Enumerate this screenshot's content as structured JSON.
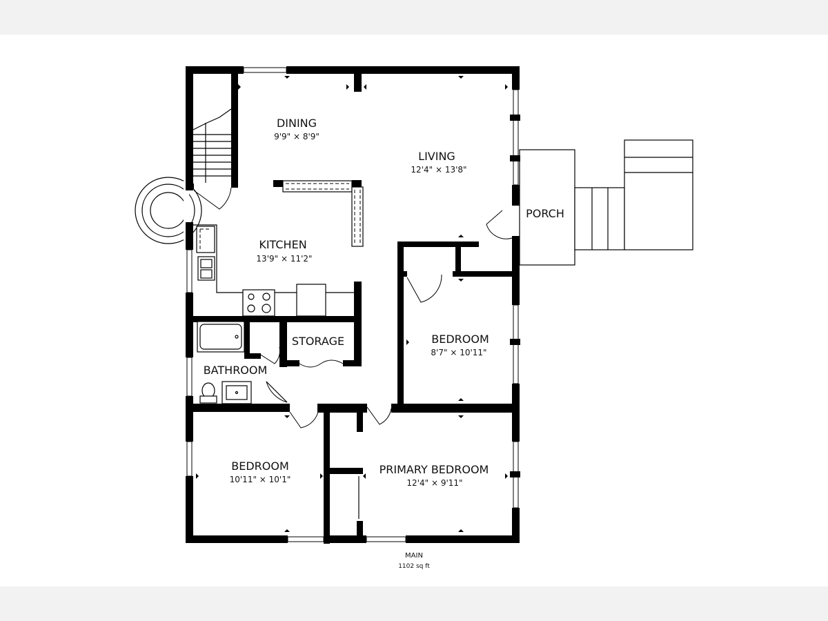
{
  "rooms": {
    "dining": {
      "name": "DINING",
      "dims": "9'9\" × 8'9\""
    },
    "living": {
      "name": "LIVING",
      "dims": "12'4\" × 13'8\""
    },
    "porch": {
      "name": "PORCH"
    },
    "kitchen": {
      "name": "KITCHEN",
      "dims": "13'9\" × 11'2\""
    },
    "storage": {
      "name": "STORAGE"
    },
    "bathroom": {
      "name": "BATHROOM"
    },
    "bedroom_east": {
      "name": "BEDROOM",
      "dims": "8'7\" × 10'11\""
    },
    "bedroom_west": {
      "name": "BEDROOM",
      "dims": "10'11\" × 10'1\""
    },
    "primary_bedroom": {
      "name": "PRIMARY BEDROOM",
      "dims": "12'4\" × 9'11\""
    }
  },
  "floor": {
    "name": "MAIN",
    "area": "1102 sq ft"
  },
  "colors": {
    "wall": "#000000",
    "background": "#ffffff",
    "margin": "#f2f2f2"
  }
}
